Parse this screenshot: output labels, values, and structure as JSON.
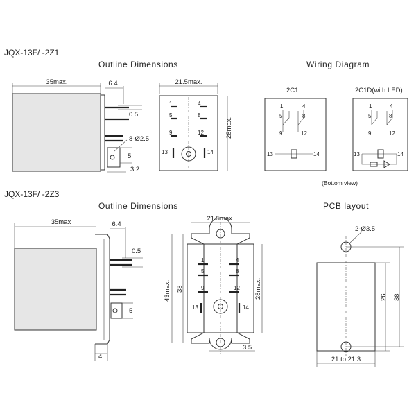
{
  "top": {
    "model": "JQX-13F/   -2Z1",
    "outline_title": "Outline Dimensions",
    "wiring_title": "Wiring Diagram",
    "side_view": {
      "width": "35max.",
      "pin_offset": "6.4",
      "pin_thickness": "0.5",
      "hole": "8-Ø2.5",
      "tab": "5",
      "bottom": "3.2"
    },
    "bottom_view": {
      "width": "21.5max.",
      "height": "28max.",
      "pins": [
        "1",
        "4",
        "5",
        "8",
        "9",
        "12",
        "13",
        "14"
      ]
    },
    "wiring": {
      "variant1": "2C1",
      "variant2": "2C1D(with LED)",
      "pins": [
        "1",
        "4",
        "5",
        "8",
        "9",
        "12",
        "13",
        "14"
      ],
      "note": "(Bottom view)"
    }
  },
  "bottom": {
    "model": "JQX-13F/   -2Z3",
    "outline_title": "Outline Dimensions",
    "pcb_title": "PCB layout",
    "side_view": {
      "width": "35max",
      "pin_offset": "6.4",
      "pin_thickness": "0.5",
      "tab": "5",
      "flange": "4"
    },
    "front_view": {
      "width": "21.5max.",
      "total_height": "43max.",
      "hole_spacing": "38",
      "body_height": "28max.",
      "hole_offset": "3.5",
      "pins": [
        "1",
        "4",
        "5",
        "8",
        "9",
        "12",
        "13",
        "14"
      ]
    },
    "pcb": {
      "holes": "2-Ø3.5",
      "height_inner": "26",
      "height_outer": "38",
      "width": "21 to 21.3"
    }
  }
}
